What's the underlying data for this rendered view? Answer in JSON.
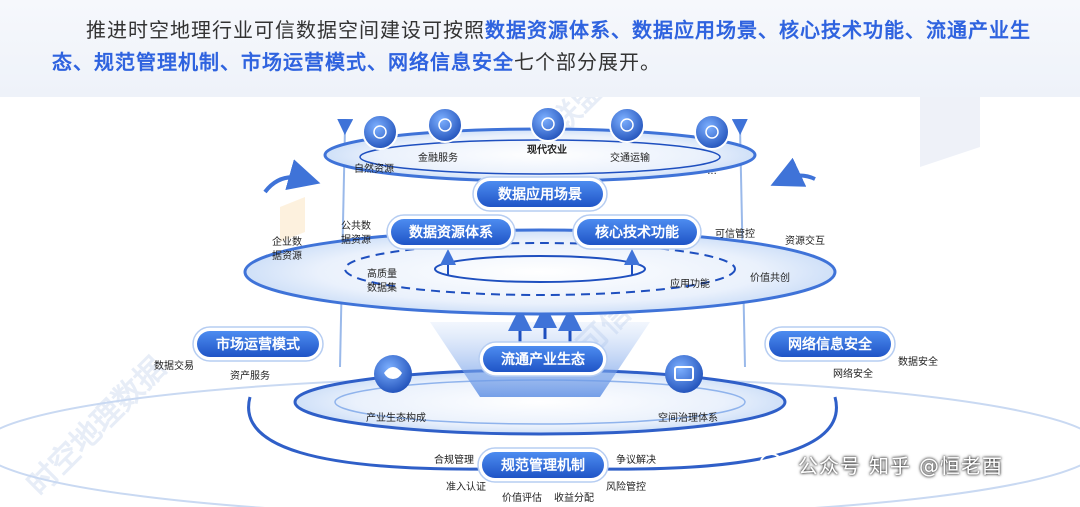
{
  "intro": {
    "prefix": "推进时空地理行业可信数据空间建设可按照",
    "highlights": [
      "数据资源体系",
      "数据应用场景",
      "核心技术功能",
      "流通产业生态",
      "规范管理机制",
      "市场运营模式",
      "网络信息安全"
    ],
    "separator": "、",
    "suffix": "七个部分展开。"
  },
  "pills": {
    "app_scene": "数据应用场景",
    "data_resource": "数据资源体系",
    "core_tech": "核心技术功能",
    "market_ops": "市场运营模式",
    "network_security": "网络信息安全",
    "industry_eco": "流通产业生态",
    "governance": "规范管理机制"
  },
  "scenes": [
    {
      "label": "自然资源",
      "icon": "globe-icon"
    },
    {
      "label": "金融服务",
      "icon": "bank-icon"
    },
    {
      "label": "现代农业",
      "icon": "plant-icon"
    },
    {
      "label": "交通运输",
      "icon": "car-icon"
    },
    {
      "label": "...",
      "icon": "more-icon"
    }
  ],
  "labels": {
    "public_data": "公共数据资源",
    "enterprise_data": "企业数据资源",
    "high_quality": "高质量数据集",
    "trust_control": "可信管控",
    "resource_exchange": "资源交互",
    "app_function": "应用功能",
    "value_cocreate": "价值共创",
    "data_trade": "数据交易",
    "asset_service": "资产服务",
    "net_security": "网络安全",
    "data_security": "数据安全",
    "eco_formation": "产业生态构成",
    "space_governance": "空间治理体系",
    "compliance": "合规管理",
    "dispute": "争议解决",
    "access_cert": "准入认证",
    "value_eval": "价值评估",
    "revenue_share": "收益分配",
    "risk_control": "风险管控"
  },
  "watermarks": [
    "可信联盟",
    "时空地理数据"
  ],
  "footer": {
    "platform": "公众号",
    "zhihu": "知乎",
    "author": "@恒老酉",
    "icon": "wechat-icon"
  },
  "colors": {
    "accent": "#2f63df",
    "pill": "#2d68d8",
    "ring": "#4d86e6"
  }
}
